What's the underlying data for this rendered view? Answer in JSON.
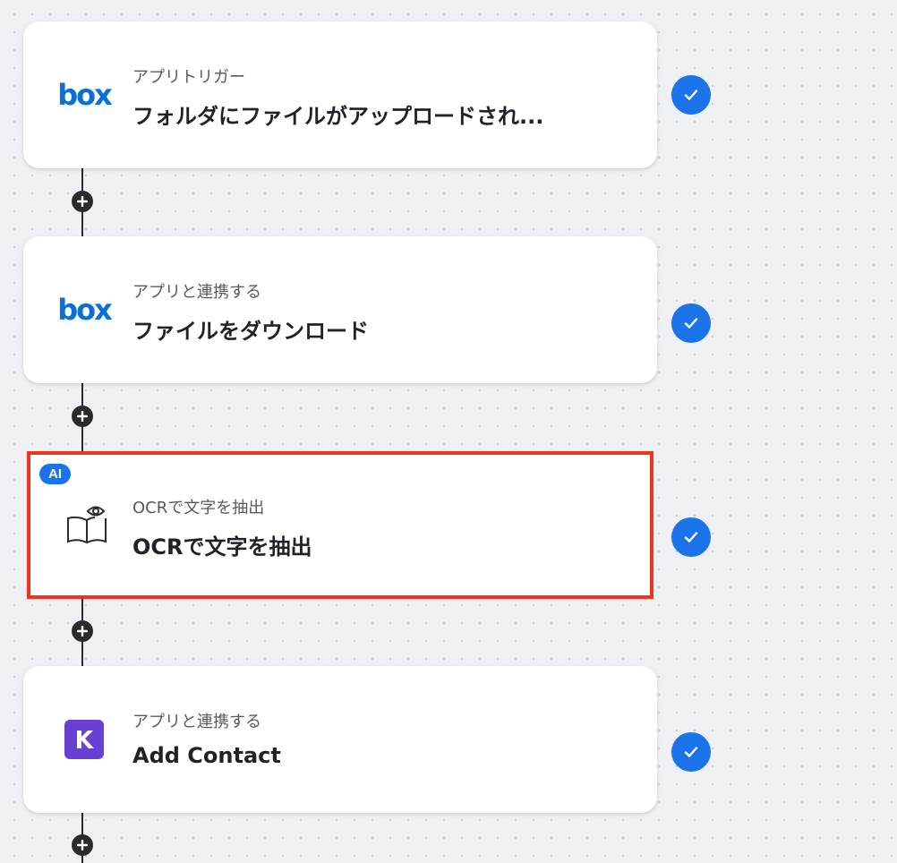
{
  "steps": [
    {
      "subtitle": "アプリトリガー",
      "title": "フォルダにファイルがアップロードされ...",
      "icon": "box-logo-icon",
      "logo_text": "box",
      "status": "completed"
    },
    {
      "subtitle": "アプリと連携する",
      "title": "ファイルをダウンロード",
      "icon": "box-logo-icon",
      "logo_text": "box",
      "status": "completed"
    },
    {
      "subtitle": "OCRで文字を抽出",
      "title": "OCRで文字を抽出",
      "icon": "ocr-book-eye-icon",
      "badge": "AI",
      "status": "completed",
      "highlighted": true
    },
    {
      "subtitle": "アプリと連携する",
      "title": "Add Contact",
      "icon": "k-app-logo-icon",
      "status": "completed"
    }
  ],
  "colors": {
    "accent": "#1a73e8",
    "highlight_border": "#f0331e",
    "box_brand": "#0a6fd6",
    "k_brand": "#6a3fd4"
  }
}
